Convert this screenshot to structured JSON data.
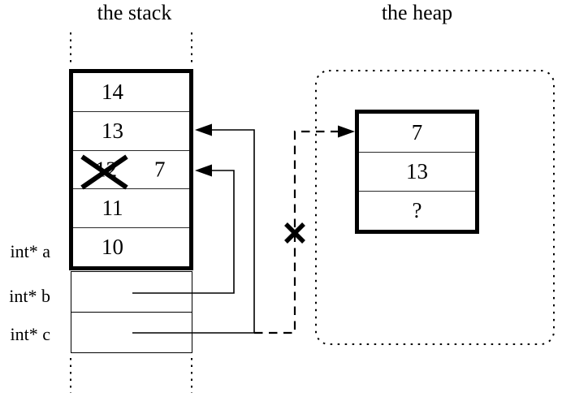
{
  "diagram": {
    "kind": "stack-heap memory diagram",
    "colors": {
      "ink": "#000000",
      "paper": "#ffffff"
    }
  },
  "stack": {
    "title": "the stack",
    "cells": [
      {
        "text": "14"
      },
      {
        "text": "13"
      },
      {
        "old": "12",
        "new": "7",
        "crossed_out": true
      },
      {
        "text": "11"
      },
      {
        "text": "10"
      }
    ],
    "variables": [
      {
        "label": "int* a"
      },
      {
        "label": "int* b"
      },
      {
        "label": "int* c"
      }
    ]
  },
  "heap": {
    "title": "the heap",
    "cells": [
      {
        "text": "7"
      },
      {
        "text": "13"
      },
      {
        "text": "?"
      }
    ]
  },
  "pointers": {
    "b_target": "stack cell 7 (overwritten 12)",
    "c_target": "stack cell 13",
    "c_old_target": "heap object (dashed, invalidated with X)"
  }
}
